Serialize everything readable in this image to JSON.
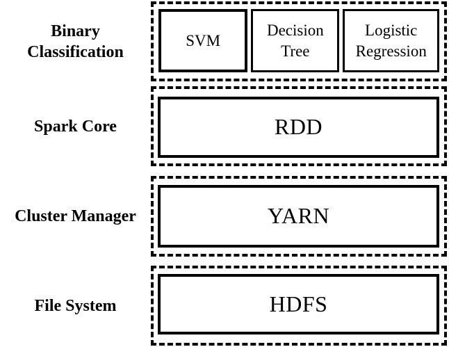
{
  "colors": {
    "background": "#ffffff",
    "ink": "#000000"
  },
  "rows": [
    {
      "label": "Binary Classification",
      "boxes": [
        {
          "text": "SVM"
        },
        {
          "text": "Decision Tree"
        },
        {
          "text": "Logistic Regression"
        }
      ]
    },
    {
      "label": "Spark Core",
      "boxes": [
        {
          "text": "RDD"
        }
      ]
    },
    {
      "label": "Cluster Manager",
      "boxes": [
        {
          "text": "YARN"
        }
      ]
    },
    {
      "label": "File System",
      "boxes": [
        {
          "text": "HDFS"
        }
      ]
    }
  ]
}
